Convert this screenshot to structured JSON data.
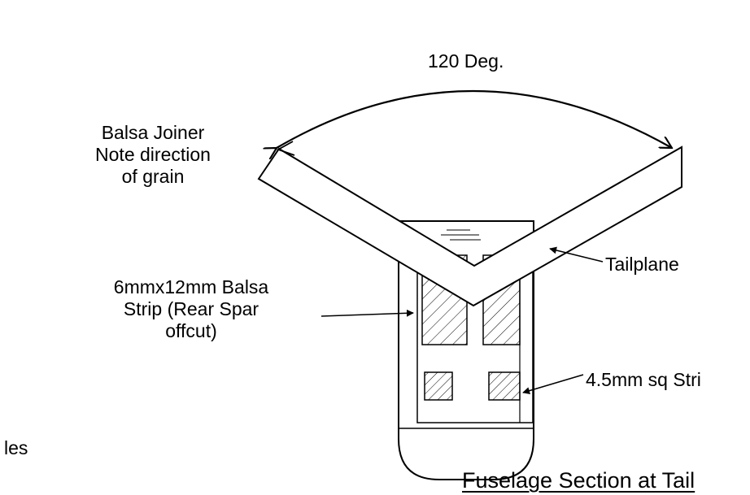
{
  "labels": {
    "angle": "120 Deg.",
    "joiner_line1": "Balsa Joiner",
    "joiner_line2": "Note direction",
    "joiner_line3": "of grain",
    "strip_line1": "6mmx12mm Balsa",
    "strip_line2": "Strip (Rear Spar",
    "strip_line3": "offcut)",
    "tailplane": "Tailplane",
    "square_strip": "4.5mm sq Stri",
    "left_fragment": "les"
  },
  "title": "Fuselage Section at Tail",
  "colors": {
    "ink": "#000000",
    "background": "#ffffff"
  }
}
